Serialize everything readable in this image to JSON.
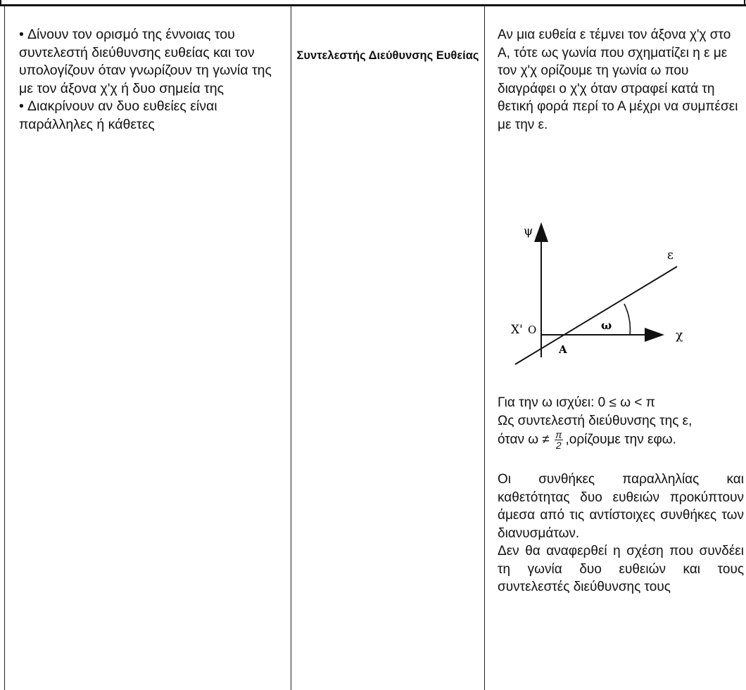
{
  "left_column": {
    "bullets": [
      "Δίνουν τον ορισμό της έννοιας του συντελεστή διεύθυνσης ευθείας και τον υπολογίζουν όταν γνωρίζουν τη γωνία της με τον άξονα χ'χ ή δυο σημεία της",
      "Διακρίνουν αν δυο ευθείες είναι παράλληλες ή κάθετες"
    ]
  },
  "middle_column": {
    "topic": "Συντελεστής Διεύθυνσης Ευθείας"
  },
  "right_column": {
    "definition": "Αν μια ευθεία ε τέμνει τον άξονα χ'χ στο Α, τότε ως γωνία που σχηματίζει η ε με τον χ'χ ορίζουμε τη γωνία ω που διαγράφει ο χ'χ όταν στραφεί κατά τη θετική φορά περί το Α μέχρι να συμπέσει με την ε.",
    "diagram_labels": {
      "psi": "ψ",
      "epsilon": "ε",
      "x_prime": "Χ'",
      "origin": "Ο",
      "omega": "ω",
      "x": "χ",
      "A": "Α"
    },
    "condition_line1": "Για την ω ισχύει: 0 ≤ ω < π",
    "condition_line2": "Ως συντελεστή διεύθυνσης της ε,",
    "condition_line3_pre": "όταν ω ≠",
    "fraction_num": "π",
    "fraction_den": "2",
    "condition_line3_post": ",ορίζουμε την εφω.",
    "paragraph_parallel": "Οι συνθήκες παραλληλίας και καθετότητας δυο ευθειών προκύπτουν άμεσα από τις αντίστοιχες συνθήκες των διανυσμάτων.",
    "paragraph_note": "Δεν θα αναφερθεί η σχέση που συνδέει τη γωνία δυο ευθειών και τους συντελεστές διεύθυνσης τους"
  }
}
